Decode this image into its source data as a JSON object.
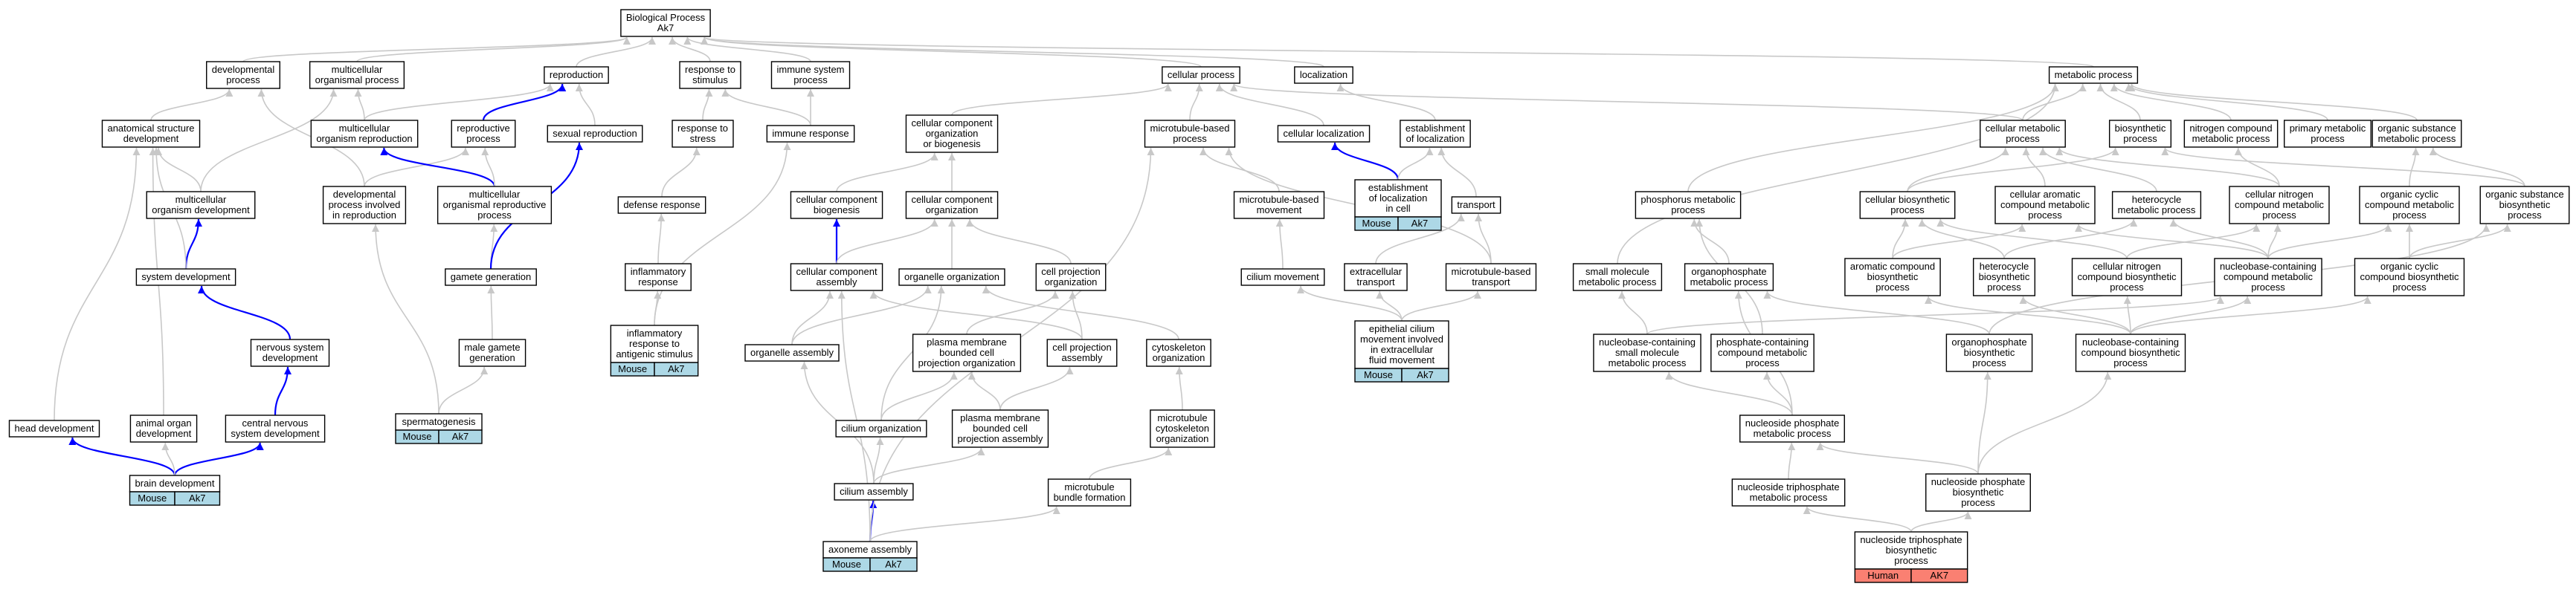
{
  "colors": {
    "edge_default": "#c8c8c8",
    "edge_highlight": "#0000ff",
    "mouse_annotation": "#add8e6",
    "human_annotation": "#fa8072"
  },
  "nodes": {
    "bp": [
      "Biological Process",
      "Ak7"
    ],
    "devproc": [
      "developmental",
      "process"
    ],
    "mcop": [
      "multicellular",
      "organismal process"
    ],
    "repro": [
      "reproduction"
    ],
    "resp_stim": [
      "response to",
      "stimulus"
    ],
    "immsys": [
      "immune system",
      "process"
    ],
    "cellproc": [
      "cellular process"
    ],
    "locz": [
      "localization"
    ],
    "metab": [
      "metabolic process"
    ],
    "anat": [
      "anatomical structure",
      "development"
    ],
    "mcorgrep": [
      "multicellular",
      "organism reproduction"
    ],
    "reprodproc": [
      "reproductive",
      "process"
    ],
    "sexrep": [
      "sexual reproduction"
    ],
    "resp_stress": [
      "response to",
      "stress"
    ],
    "immresp": [
      "immune response"
    ],
    "ccob": [
      "cellular component",
      "organization",
      "or biogenesis"
    ],
    "mtbp": [
      "microtubule-based",
      "process"
    ],
    "cloc": [
      "cellular localization"
    ],
    "estloc": [
      "establishment",
      "of localization"
    ],
    "cellmet": [
      "cellular metabolic",
      "process"
    ],
    "biosyn": [
      "biosynthetic",
      "process"
    ],
    "nitro": [
      "nitrogen compound",
      "metabolic process"
    ],
    "primmet": [
      "primary metabolic",
      "process"
    ],
    "orgsub": [
      "organic substance",
      "metabolic process"
    ],
    "mcorgdev": [
      "multicellular",
      "organism development"
    ],
    "devinrep": [
      "developmental",
      "process involved",
      "in reproduction"
    ],
    "mcorgrepproc": [
      "multicellular",
      "organismal reproductive",
      "process"
    ],
    "defresp": [
      "defense response"
    ],
    "ccbiog": [
      "cellular component",
      "biogenesis"
    ],
    "cco": [
      "cellular component",
      "organization"
    ],
    "mtbmove": [
      "microtubule-based",
      "movement"
    ],
    "estlocincell": [
      "establishment",
      "of localization",
      "in cell"
    ],
    "transport": [
      "transport"
    ],
    "phosmet": [
      "phosphorus metabolic",
      "process"
    ],
    "cellbiosyn": [
      "cellular biosynthetic",
      "process"
    ],
    "cellarom": [
      "cellular aromatic",
      "compound metabolic",
      "process"
    ],
    "hetero": [
      "heterocycle",
      "metabolic process"
    ],
    "cellnitro": [
      "cellular nitrogen",
      "compound metabolic",
      "process"
    ],
    "orgcyc": [
      "organic cyclic",
      "compound metabolic",
      "process"
    ],
    "orgsubbio": [
      "organic substance",
      "biosynthetic",
      "process"
    ],
    "sysdev": [
      "system development"
    ],
    "gamgen": [
      "gamete generation"
    ],
    "inflam": [
      "inflammatory",
      "response"
    ],
    "ccassembly": [
      "cellular component",
      "assembly"
    ],
    "orgorg": [
      "organelle organization"
    ],
    "cellprojorg": [
      "cell projection",
      "organization"
    ],
    "ciliummove": [
      "cilium movement"
    ],
    "smallmol": [
      "small molecule",
      "metabolic process"
    ],
    "organophos": [
      "organophosphate",
      "metabolic process"
    ],
    "aromatic": [
      "aromatic compound",
      "biosynthetic",
      "process"
    ],
    "heterobio": [
      "heterocycle",
      "biosynthetic",
      "process"
    ],
    "cellnitrobio": [
      "cellular nitrogen",
      "compound biosynthetic",
      "process"
    ],
    "nbcmet": [
      "nucleobase-containing",
      "compound metabolic",
      "process"
    ],
    "orgcycbio": [
      "organic cyclic",
      "compound biosynthetic",
      "process"
    ],
    "extrans": [
      "extracellular",
      "transport"
    ],
    "mtbtrans": [
      "microtubule-based",
      "transport"
    ],
    "nervsys": [
      "nervous system",
      "development"
    ],
    "malegam": [
      "male gamete",
      "generation"
    ],
    "inflamantigen": [
      "inflammatory",
      "response to",
      "antigenic stimulus"
    ],
    "orgassembly": [
      "organelle assembly"
    ],
    "pmbcpo": [
      "plasma membrane",
      "bounded cell",
      "projection organization"
    ],
    "cellprojassembly": [
      "cell projection",
      "assembly"
    ],
    "cytoorg": [
      "cytoskeleton",
      "organization"
    ],
    "epicilium": [
      "epithelial cilium",
      "movement involved",
      "in extracellular",
      "fluid movement"
    ],
    "nbcsmall": [
      "nucleobase-containing",
      "small molecule",
      "metabolic process"
    ],
    "phoscont": [
      "phosphate-containing",
      "compound metabolic",
      "process"
    ],
    "organophosbio": [
      "organophosphate",
      "biosynthetic",
      "process"
    ],
    "nbcbio": [
      "nucleobase-containing",
      "compound biosynthetic",
      "process"
    ],
    "headdev": [
      "head development"
    ],
    "animorg": [
      "animal organ",
      "development"
    ],
    "cns": [
      "central nervous",
      "system development"
    ],
    "spermato": [
      "spermatogenesis"
    ],
    "ciliumorg": [
      "cilium organization"
    ],
    "pmbcpa": [
      "plasma membrane",
      "bounded cell",
      "projection assembly"
    ],
    "mtcyto": [
      "microtubule",
      "cytoskeleton",
      "organization"
    ],
    "nucphos": [
      "nucleoside phosphate",
      "metabolic process"
    ],
    "braindev": [
      "brain development"
    ],
    "ciliumassembly": [
      "cilium assembly"
    ],
    "mtbundle": [
      "microtubule",
      "bundle formation"
    ],
    "ntpmet": [
      "nucleoside triphosphate",
      "metabolic process"
    ],
    "npbio": [
      "nucleoside phosphate",
      "biosynthetic",
      "process"
    ],
    "axoneme": [
      "axoneme assembly"
    ],
    "ntpbio": [
      "nucleoside triphosphate",
      "biosynthetic",
      "process"
    ]
  },
  "annotations": {
    "braindev": [
      "Mouse",
      "Ak7"
    ],
    "spermato": [
      "Mouse",
      "Ak7"
    ],
    "inflamantigen": [
      "Mouse",
      "Ak7"
    ],
    "estlocincell": [
      "Mouse",
      "Ak7"
    ],
    "epicilium": [
      "Mouse",
      "Ak7"
    ],
    "axoneme": [
      "Mouse",
      "Ak7"
    ],
    "ntpbio": [
      "Human",
      "AK7"
    ]
  },
  "edges": [
    [
      "devproc",
      "bp",
      0
    ],
    [
      "mcop",
      "bp",
      0
    ],
    [
      "repro",
      "bp",
      0
    ],
    [
      "resp_stim",
      "bp",
      0
    ],
    [
      "immsys",
      "bp",
      0
    ],
    [
      "cellproc",
      "bp",
      0
    ],
    [
      "locz",
      "bp",
      0
    ],
    [
      "metab",
      "bp",
      0
    ],
    [
      "anat",
      "devproc",
      0
    ],
    [
      "mcorgrep",
      "mcop",
      0
    ],
    [
      "mcorgrep",
      "repro",
      0
    ],
    [
      "reprodproc",
      "repro",
      1
    ],
    [
      "sexrep",
      "repro",
      0
    ],
    [
      "resp_stress",
      "resp_stim",
      0
    ],
    [
      "immresp",
      "immsys",
      0
    ],
    [
      "immresp",
      "resp_stim",
      0
    ],
    [
      "ccob",
      "cellproc",
      0
    ],
    [
      "mtbp",
      "cellproc",
      0
    ],
    [
      "cloc",
      "cellproc",
      0
    ],
    [
      "estloc",
      "locz",
      0
    ],
    [
      "cellmet",
      "cellproc",
      0
    ],
    [
      "cellmet",
      "metab",
      0
    ],
    [
      "biosyn",
      "metab",
      0
    ],
    [
      "nitro",
      "metab",
      0
    ],
    [
      "primmet",
      "metab",
      0
    ],
    [
      "orgsub",
      "metab",
      0
    ],
    [
      "mcorgdev",
      "anat",
      0
    ],
    [
      "mcorgdev",
      "mcop",
      0
    ],
    [
      "devinrep",
      "devproc",
      0
    ],
    [
      "devinrep",
      "reprodproc",
      0
    ],
    [
      "mcorgrepproc",
      "mcorgrep",
      1
    ],
    [
      "mcorgrepproc",
      "reprodproc",
      0
    ],
    [
      "defresp",
      "resp_stress",
      0
    ],
    [
      "ccbiog",
      "ccob",
      0
    ],
    [
      "cco",
      "ccob",
      0
    ],
    [
      "mtbmove",
      "mtbp",
      0
    ],
    [
      "estlocincell",
      "cloc",
      1
    ],
    [
      "estlocincell",
      "estloc",
      0
    ],
    [
      "transport",
      "estloc",
      0
    ],
    [
      "phosmet",
      "metab",
      0
    ],
    [
      "cellbiosyn",
      "cellmet",
      0
    ],
    [
      "cellbiosyn",
      "biosyn",
      0
    ],
    [
      "cellarom",
      "cellmet",
      0
    ],
    [
      "hetero",
      "cellmet",
      0
    ],
    [
      "cellnitro",
      "cellmet",
      0
    ],
    [
      "cellnitro",
      "nitro",
      0
    ],
    [
      "orgcyc",
      "orgsub",
      0
    ],
    [
      "orgsubbio",
      "orgsub",
      0
    ],
    [
      "orgsubbio",
      "biosyn",
      0
    ],
    [
      "sysdev",
      "mcorgdev",
      1
    ],
    [
      "sysdev",
      "anat",
      0
    ],
    [
      "gamgen",
      "mcorgrepproc",
      0
    ],
    [
      "gamgen",
      "sexrep",
      1
    ],
    [
      "inflam",
      "defresp",
      0
    ],
    [
      "ccassembly",
      "ccbiog",
      1
    ],
    [
      "ccassembly",
      "cco",
      0
    ],
    [
      "orgorg",
      "cco",
      0
    ],
    [
      "cellprojorg",
      "cco",
      0
    ],
    [
      "ciliummove",
      "mtbmove",
      0
    ],
    [
      "smallmol",
      "metab",
      0
    ],
    [
      "organophos",
      "phosmet",
      0
    ],
    [
      "aromatic",
      "cellarom",
      0
    ],
    [
      "aromatic",
      "cellbiosyn",
      0
    ],
    [
      "heterobio",
      "hetero",
      0
    ],
    [
      "heterobio",
      "cellbiosyn",
      0
    ],
    [
      "cellnitrobio",
      "cellnitro",
      0
    ],
    [
      "cellnitrobio",
      "cellbiosyn",
      0
    ],
    [
      "nbcmet",
      "cellnitro",
      0
    ],
    [
      "nbcmet",
      "hetero",
      0
    ],
    [
      "nbcmet",
      "cellarom",
      0
    ],
    [
      "nbcmet",
      "orgcyc",
      0
    ],
    [
      "orgcycbio",
      "orgcyc",
      0
    ],
    [
      "orgcycbio",
      "orgsubbio",
      0
    ],
    [
      "extrans",
      "transport",
      0
    ],
    [
      "mtbtrans",
      "transport",
      0
    ],
    [
      "mtbtrans",
      "mtbp",
      0
    ],
    [
      "nervsys",
      "sysdev",
      1
    ],
    [
      "malegam",
      "gamgen",
      0
    ],
    [
      "inflamantigen",
      "inflam",
      0
    ],
    [
      "inflamantigen",
      "immresp",
      0
    ],
    [
      "orgassembly",
      "ccassembly",
      0
    ],
    [
      "orgassembly",
      "orgorg",
      0
    ],
    [
      "pmbcpo",
      "cellprojorg",
      0
    ],
    [
      "cellprojassembly",
      "cellprojorg",
      0
    ],
    [
      "cellprojassembly",
      "ccassembly",
      0
    ],
    [
      "cytoorg",
      "orgorg",
      0
    ],
    [
      "epicilium",
      "ciliummove",
      0
    ],
    [
      "epicilium",
      "extrans",
      0
    ],
    [
      "epicilium",
      "mtbtrans",
      0
    ],
    [
      "nbcsmall",
      "smallmol",
      0
    ],
    [
      "nbcsmall",
      "nbcmet",
      0
    ],
    [
      "phoscont",
      "phosmet",
      0
    ],
    [
      "organophosbio",
      "organophos",
      0
    ],
    [
      "organophosbio",
      "orgsubbio",
      0
    ],
    [
      "nbcbio",
      "nbcmet",
      0
    ],
    [
      "nbcbio",
      "orgcycbio",
      0
    ],
    [
      "nbcbio",
      "heterobio",
      0
    ],
    [
      "nbcbio",
      "aromatic",
      0
    ],
    [
      "nbcbio",
      "cellnitrobio",
      0
    ],
    [
      "headdev",
      "anat",
      0
    ],
    [
      "animorg",
      "anat",
      0
    ],
    [
      "cns",
      "nervsys",
      1
    ],
    [
      "spermato",
      "malegam",
      0
    ],
    [
      "spermato",
      "devinrep",
      0
    ],
    [
      "ciliumorg",
      "pmbcpo",
      0
    ],
    [
      "ciliumorg",
      "orgorg",
      0
    ],
    [
      "pmbcpa",
      "pmbcpo",
      0
    ],
    [
      "pmbcpa",
      "cellprojassembly",
      0
    ],
    [
      "mtcyto",
      "cytoorg",
      0
    ],
    [
      "nucphos",
      "organophos",
      0
    ],
    [
      "nucphos",
      "nbcsmall",
      0
    ],
    [
      "nucphos",
      "phoscont",
      0
    ],
    [
      "braindev",
      "headdev",
      1
    ],
    [
      "braindev",
      "cns",
      1
    ],
    [
      "braindev",
      "animorg",
      0
    ],
    [
      "ciliumassembly",
      "orgassembly",
      0
    ],
    [
      "ciliumassembly",
      "pmbcpa",
      0
    ],
    [
      "ciliumassembly",
      "ciliumorg",
      0
    ],
    [
      "mtbundle",
      "mtcyto",
      0
    ],
    [
      "ntpmet",
      "nucphos",
      0
    ],
    [
      "npbio",
      "nucphos",
      0
    ],
    [
      "npbio",
      "organophosbio",
      0
    ],
    [
      "npbio",
      "nbcbio",
      0
    ],
    [
      "axoneme",
      "ciliumassembly",
      1
    ],
    [
      "axoneme",
      "mtbundle",
      0
    ],
    [
      "axoneme",
      "mtbp",
      0
    ],
    [
      "axoneme",
      "ccassembly",
      0
    ],
    [
      "ntpbio",
      "ntpmet",
      0
    ],
    [
      "ntpbio",
      "npbio",
      0
    ]
  ]
}
